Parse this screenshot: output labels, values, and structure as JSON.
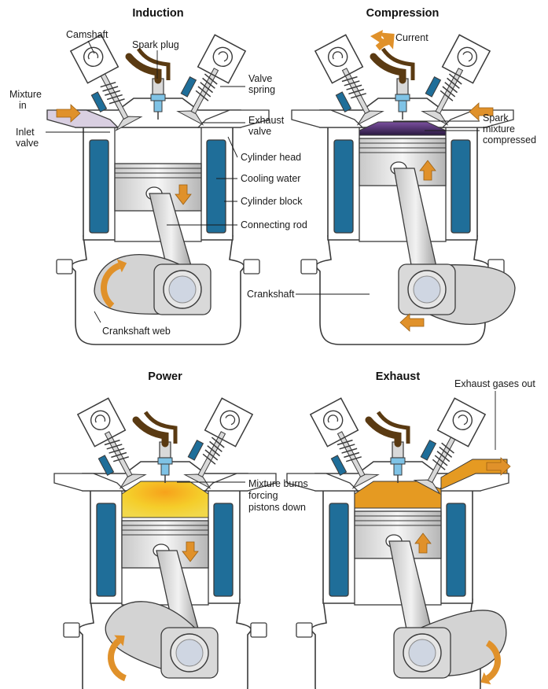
{
  "colors": {
    "outline": "#3a3a3a",
    "casing": "#ffffff",
    "metal": "#d9d9d9",
    "metal_dark": "#a9a9a9",
    "cooling_water": "#1f6e99",
    "arrow": "#e0912a",
    "wire": "#5a3a12",
    "plug_tip": "#7fc3e6",
    "charge_compressed": "#3c2654",
    "charge_burning": "#f2c21b",
    "exhaust_gas": "#e59a22",
    "intake_mixture": "#d9cfe1"
  },
  "panels": [
    {
      "title": "Induction",
      "stage": "induction"
    },
    {
      "title": "Compression",
      "stage": "compression"
    },
    {
      "title": "Power",
      "stage": "power"
    },
    {
      "title": "Exhaust",
      "stage": "exhaust"
    }
  ],
  "labels": {
    "camshaft": "Camshaft",
    "spark_plug": "Spark plug",
    "valve_spring_1": "Valve",
    "valve_spring_2": "spring",
    "mixture_in_1": "Mixture",
    "mixture_in_2": "in",
    "inlet_valve_1": "Inlet",
    "inlet_valve_2": "valve",
    "exhaust_valve_1": "Exhaust",
    "exhaust_valve_2": "valve",
    "cylinder_head": "Cylinder head",
    "cooling_water": "Cooling water",
    "cylinder_block": "Cylinder block",
    "connecting_rod": "Connecting rod",
    "crankshaft_web": "Crankshaft web",
    "current": "Current",
    "spark_mixture_1": "Spark",
    "spark_mixture_2": "mixture",
    "spark_mixture_3": "compressed",
    "crankshaft": "Crankshaft",
    "mixture_burns_1": "Mixture burns",
    "mixture_burns_2": "forcing",
    "mixture_burns_3": "pistons down",
    "exhaust_gases_out": "Exhaust gases out"
  }
}
